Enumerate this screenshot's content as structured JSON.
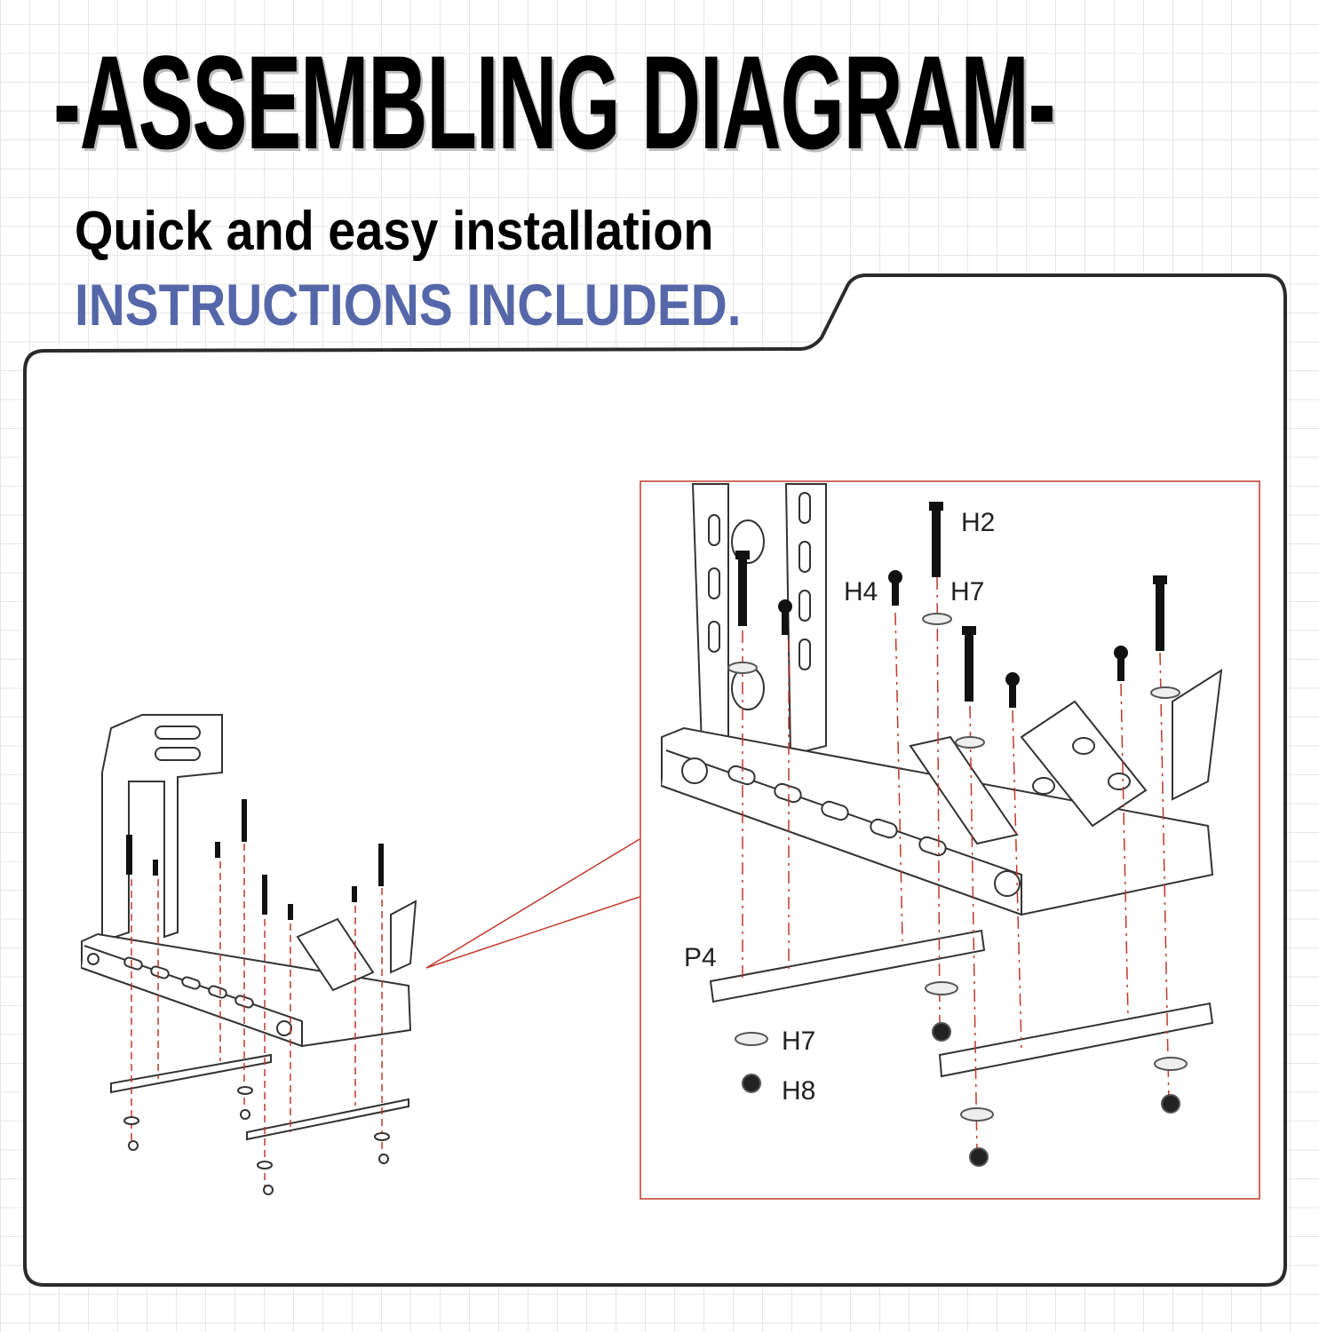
{
  "header": {
    "title": "-ASSEMBLING DIAGRAM-",
    "subtitle": "Quick and easy installation",
    "tagline": "INSTRUCTIONS INCLUDED."
  },
  "callout": {
    "labels": {
      "h2": "H2",
      "h4": "H4",
      "h7_top": "H7",
      "p4": "P4",
      "h7_bottom": "H7",
      "h8": "H8"
    }
  },
  "colors": {
    "tagline": "#5567a8",
    "callout_border": "#c0392b",
    "dash": "#c0392b",
    "frame": "#333333"
  }
}
